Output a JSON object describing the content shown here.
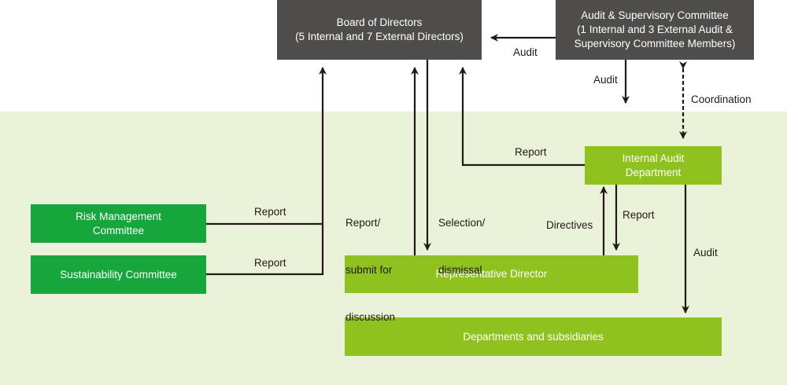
{
  "colors": {
    "background_top": "#ffffff",
    "background_band": "#eaf3d9",
    "dark_box": "#4f4d4c",
    "committee_green": "#17a63c",
    "lime_green": "#8fc21f",
    "line": "#231815",
    "box_text": "#ffffff"
  },
  "nodes": {
    "board": {
      "line1": "Board of Directors",
      "line2": "(5 Internal and 7 External Directors)"
    },
    "audit_committee": {
      "line1": "Audit & Supervisory Committee",
      "line2": "(1 Internal and 3 External Audit &",
      "line3": "Supervisory Committee Members)"
    },
    "internal_audit": {
      "line1": "Internal Audit",
      "line2": "Department"
    },
    "risk_committee": {
      "line1": "Risk Management",
      "line2": "Committee"
    },
    "sustainability_committee": {
      "label": "Sustainability Committee"
    },
    "representative_director": {
      "label": "Representative Director"
    },
    "departments": {
      "label": "Departments and subsidiaries"
    }
  },
  "edges": {
    "audit_committee_to_board": "Audit",
    "audit_committee_to_internal_audit": "Audit",
    "coordination": "Coordination",
    "internal_audit_to_board": "Report",
    "risk_to_board": "Report",
    "sustainability_to_board": "Report",
    "rep_to_board": {
      "line1": "Report/",
      "line2": "submit for",
      "line3": "discussion"
    },
    "board_to_rep": {
      "line1": "Selection/",
      "line2": "dismissal"
    },
    "rep_to_internal_audit": "Directives",
    "internal_audit_to_rep": "Report",
    "internal_audit_to_departments": "Audit"
  }
}
